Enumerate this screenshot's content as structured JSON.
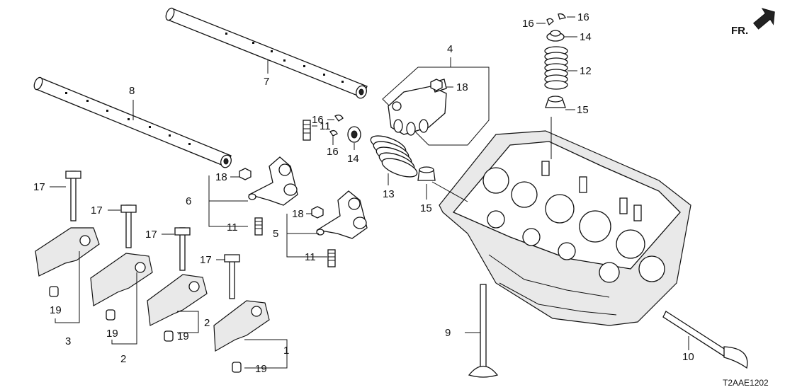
{
  "diagram_code": "T2AAE1202",
  "front_indicator": "FR.",
  "callouts": {
    "c1": "1",
    "c2": "2",
    "c3": "3",
    "c4": "4",
    "c5": "5",
    "c6": "6",
    "c7": "7",
    "c8": "8",
    "c9": "9",
    "c10": "10",
    "c11a": "11",
    "c11b": "11",
    "c11c": "11",
    "c12": "12",
    "c13": "13",
    "c14a": "14",
    "c14b": "14",
    "c15a": "15",
    "c15b": "15",
    "c16a": "16",
    "c16b": "16",
    "c16c": "16",
    "c16d": "16",
    "c17a": "17",
    "c17b": "17",
    "c17c": "17",
    "c17d": "17",
    "c18a": "18",
    "c18b": "18",
    "c18c": "18",
    "c19a": "19",
    "c19b": "19",
    "c19c": "19",
    "c19d": "19"
  }
}
